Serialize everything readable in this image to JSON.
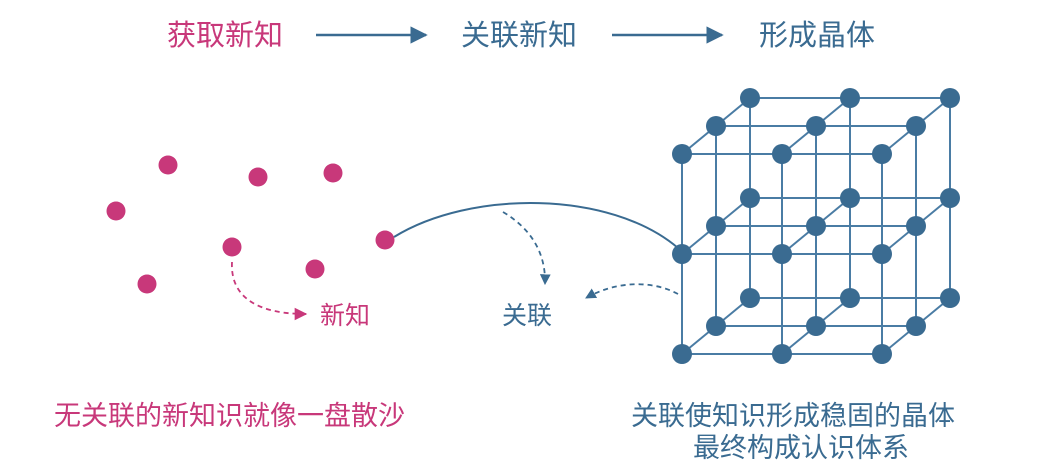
{
  "colors": {
    "pink": "#c8387a",
    "blue": "#3a6b91",
    "grid": "#4a7ca4"
  },
  "flow": {
    "step1": "获取新知",
    "step2": "关联新知",
    "step3": "形成晶体"
  },
  "labels": {
    "new_knowledge": "新知",
    "association": "关联"
  },
  "captions": {
    "left": "无关联的新知识就像一盘散沙",
    "right_line1": "关联使知识形成稳固的晶体",
    "right_line2": "最终构成认识体系"
  }
}
